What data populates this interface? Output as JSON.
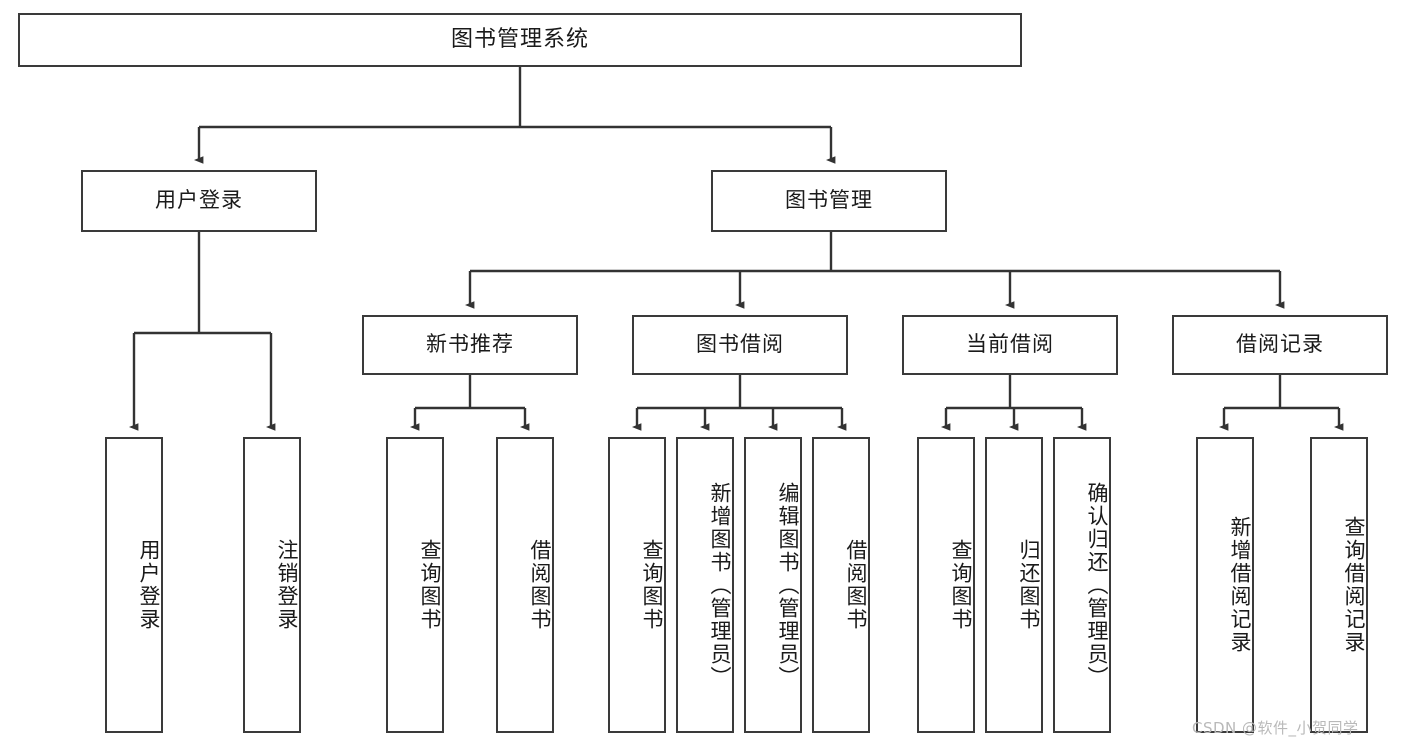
{
  "diagram": {
    "title": "图书管理系统",
    "type": "functional-structure-tree",
    "watermark": "CSDN @软件_小贺同学",
    "colors": {
      "box_border": "#3a3a3a",
      "box_fill": "#ffffff",
      "connector": "#333333",
      "text": "#1a1a1a",
      "watermark": "#b9b9b9"
    },
    "nodes": {
      "root": {
        "label": "图书管理系统"
      },
      "level2": [
        {
          "label": "用户登录"
        },
        {
          "label": "图书管理"
        }
      ],
      "level3": [
        {
          "label": "新书推荐"
        },
        {
          "label": "图书借阅"
        },
        {
          "label": "当前借阅"
        },
        {
          "label": "借阅记录"
        }
      ],
      "leaves_user_login": [
        {
          "label": "用户登录"
        },
        {
          "label": "注销登录"
        }
      ],
      "leaves_new_book": [
        {
          "label": "查询图书"
        },
        {
          "label": "借阅图书"
        }
      ],
      "leaves_borrow": [
        {
          "label": "查询图书"
        },
        {
          "label": "新增图书（管理员）"
        },
        {
          "label": "编辑图书（管理员）"
        },
        {
          "label": "借阅图书"
        }
      ],
      "leaves_current": [
        {
          "label": "查询图书"
        },
        {
          "label": "归还图书"
        },
        {
          "label": "确认归还（管理员）"
        }
      ],
      "leaves_records": [
        {
          "label": "新增借阅记录"
        },
        {
          "label": "查询借阅记录"
        }
      ]
    }
  }
}
